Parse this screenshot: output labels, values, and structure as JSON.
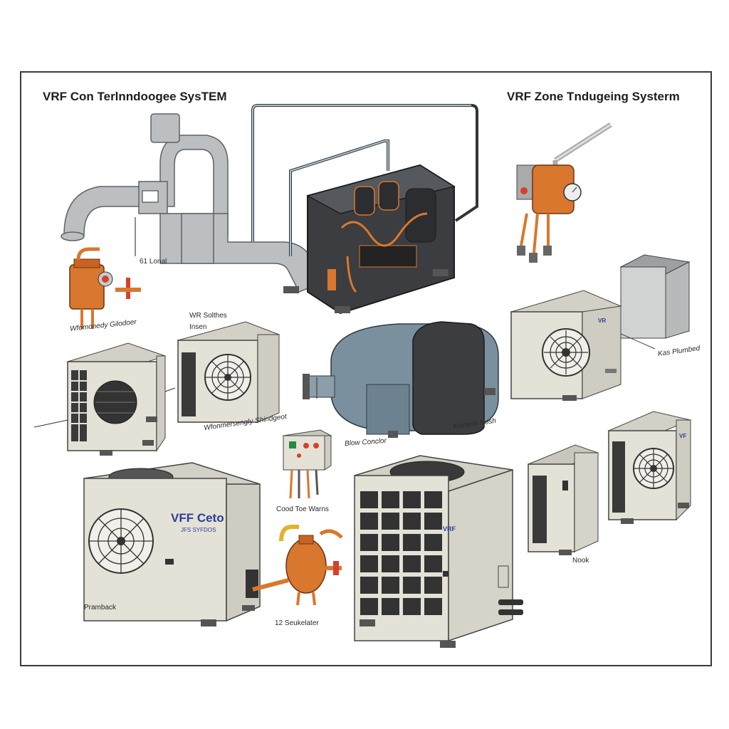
{
  "titles": {
    "left": "VRF Con Terlnndoogee SysTEM",
    "right": "VRF Zone Tndugeing Systerm"
  },
  "labels": {
    "lot": "61 Lonal",
    "wr_solutions": "WR Solthes",
    "insert": "Insen",
    "compact_collector": "Wfomonedy Gilodoer",
    "mini_exchanger": "Wfonmersengly Shindgeot",
    "blower": "Blow Conclor",
    "kostesite": "Kostesil Nosh",
    "kas_plumber": "Kas Plumbed",
    "cood_toe": "Cood Toe Warns",
    "seukelater": "12 Seukelater",
    "pramback": "Pramback",
    "hook": "Nook"
  },
  "brand": {
    "main": "VFF Ceto",
    "sub": "JFS SYFDOS",
    "small": "VRF",
    "mark_a": "VR",
    "mark_b": "VF"
  },
  "colors": {
    "unit_body": "#e4e1d6",
    "copper": "#d9772e",
    "duct": "#b9bcbf",
    "dark_unit": "#3b3d40",
    "blower": "#7b909e",
    "brand_blue": "#2a3f9a",
    "brand_red": "#d6402b"
  }
}
